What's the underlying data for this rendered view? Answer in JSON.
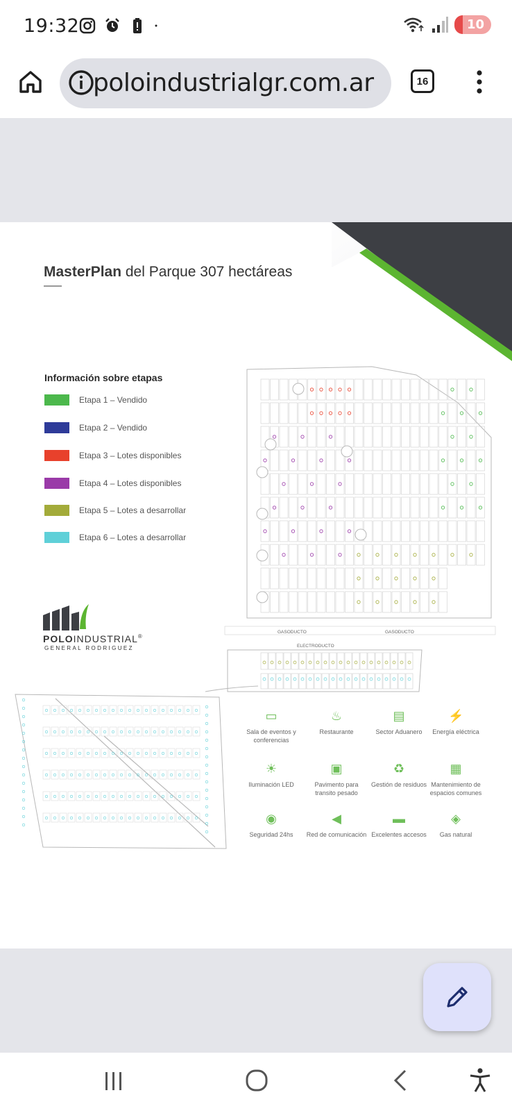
{
  "status_bar": {
    "time": "19:32",
    "battery_level": "10",
    "icons": [
      "instagram-icon",
      "alarm-icon",
      "battery-alert-icon",
      "dot-icon",
      "wifi-icon",
      "signal-icon"
    ]
  },
  "browser": {
    "url": "poloindustrialgr.com.ar",
    "tab_count": "16"
  },
  "page": {
    "title_bold": "MasterPlan",
    "title_rest": " del Parque 307 hectáreas",
    "legend_title": "Información sobre etapas",
    "legend": [
      {
        "label": "Etapa 1 – Vendido",
        "color": "#4cb84c"
      },
      {
        "label": "Etapa 2 – Vendido",
        "color": "#2e3b99"
      },
      {
        "label": "Etapa 3 – Lotes disponibles",
        "color": "#e8412c"
      },
      {
        "label": "Etapa 4 – Lotes disponibles",
        "color": "#9a3aa8"
      },
      {
        "label": "Etapa 5 – Lotes a desarrollar",
        "color": "#a3ab3a"
      },
      {
        "label": "Etapa 6 – Lotes a desarrollar",
        "color": "#5fd0d8"
      }
    ],
    "logo": {
      "name_bold": "POLO",
      "name_rest": "INDUSTRIAL",
      "registered": "®",
      "subtitle": "GENERAL RODRIGUEZ"
    },
    "plan_labels": {
      "gasoducto_1": "GASODUCTO",
      "gasoducto_2": "GASODUCTO",
      "electroducto": "ELECTRODUCTO"
    },
    "amenities": [
      {
        "label": "Sala de eventos y conferencias",
        "icon": "conference-icon"
      },
      {
        "label": "Restaurante",
        "icon": "restaurant-icon"
      },
      {
        "label": "Sector Aduanero",
        "icon": "customs-icon"
      },
      {
        "label": "Energía eléctrica",
        "icon": "electricity-icon"
      },
      {
        "label": "Iluminación LED",
        "icon": "led-lamp-icon"
      },
      {
        "label": "Pavimento para transito pesado",
        "icon": "truck-icon"
      },
      {
        "label": "Gestión de residuos",
        "icon": "waste-icon"
      },
      {
        "label": "Mantenimiento de espacios comunes",
        "icon": "building-icon"
      },
      {
        "label": "Seguridad 24hs",
        "icon": "security-icon"
      },
      {
        "label": "Red de comunicación",
        "icon": "megaphone-icon"
      },
      {
        "label": "Excelentes accesos",
        "icon": "car-icon"
      },
      {
        "label": "Gas natural",
        "icon": "flame-icon"
      }
    ]
  },
  "fab": {
    "icon": "pencil-icon"
  },
  "nav": {
    "icons": [
      "recents-icon",
      "home-circle-icon",
      "back-icon",
      "accessibility-icon"
    ]
  },
  "colors": {
    "accent_green": "#5cb531",
    "dark_corner": "#3d3f44",
    "page_grey": "#e4e5ea"
  }
}
